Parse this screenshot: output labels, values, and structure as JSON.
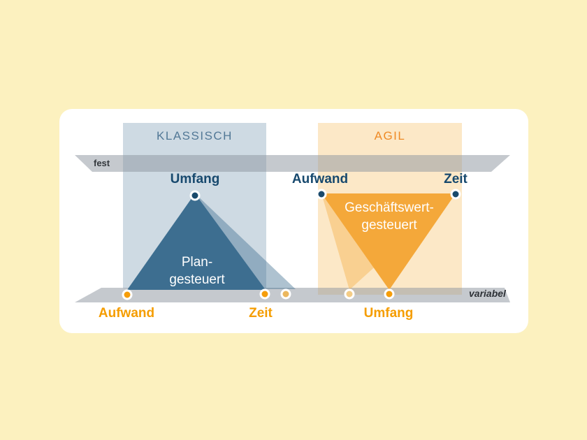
{
  "diagram": {
    "classic": {
      "header": "KLASSISCH",
      "top_vertex_label": "Umfang",
      "bottom_left_vertex_label": "Aufwand",
      "bottom_right_vertex_label": "Zeit",
      "triangle_line1": "Plan-",
      "triangle_line2": "gesteuert"
    },
    "agile": {
      "header": "AGIL",
      "top_left_vertex_label": "Aufwand",
      "top_right_vertex_label": "Zeit",
      "bottom_vertex_label": "Umfang",
      "triangle_line1": "Geschäftswert-",
      "triangle_line2": "gesteuert"
    },
    "axes": {
      "fixed_label": "fest",
      "variable_label": "variabel"
    },
    "colors": {
      "page_background": "#FCF1BF",
      "card": "#FFFFFF",
      "classic_band": "#CEDAE3",
      "classic_triangle": "#3D6E90",
      "agile_band": "#FCE8C7",
      "agile_triangle": "#F4A83A",
      "beam_gray": "#C8CDD2",
      "navy_labels_dots": "#17496E",
      "orange_labels_dots": "#F59D00",
      "classic_header_text": "#527896",
      "agile_header_text": "#EF8A25"
    }
  }
}
